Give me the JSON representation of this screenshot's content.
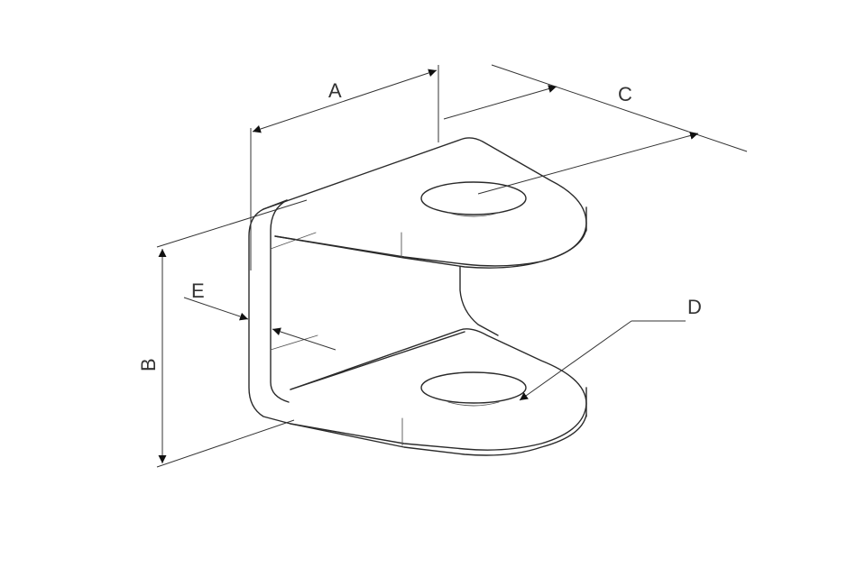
{
  "diagram": {
    "labels": {
      "a": "A",
      "b": "B",
      "c": "C",
      "d": "D",
      "e": "E"
    },
    "colors": {
      "line": "#2a2a2a",
      "background": "#ffffff"
    }
  }
}
